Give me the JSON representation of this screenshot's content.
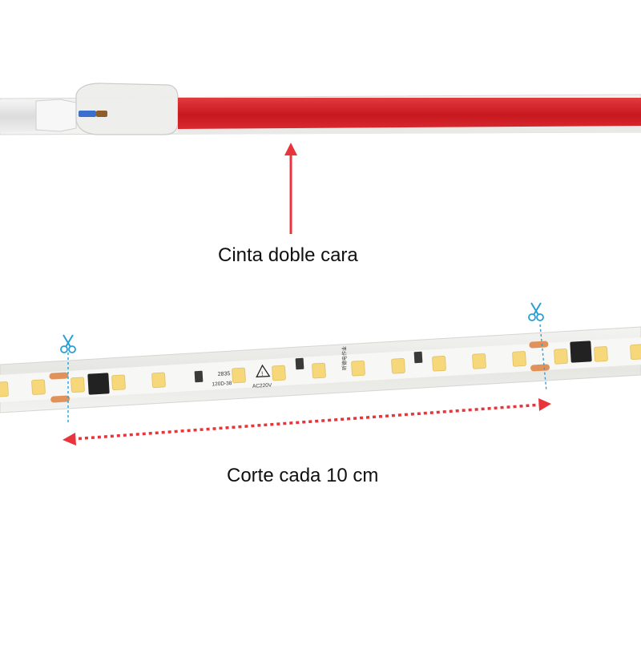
{
  "labels": {
    "tape": "Cinta doble cara",
    "cut": "Corte cada 10 cm"
  },
  "strip_markings": {
    "led_code": "2835",
    "spec": "120D-38",
    "voltage": "AC220V",
    "brand_chars": "昕德电作业"
  },
  "colors": {
    "tape_red": "#d9262e",
    "arrow_red": "#e8343a",
    "cut_line_blue": "#2a9fd6",
    "led_yellow": "#f6d77a",
    "chip_black": "#222222",
    "pad_copper": "#e0925a"
  },
  "icons": {
    "scissors": "scissors-icon",
    "warning": "warning-triangle-icon"
  }
}
